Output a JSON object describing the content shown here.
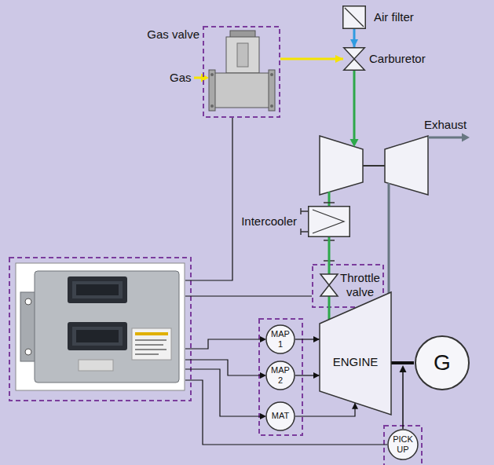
{
  "diagram": {
    "nodes": [
      {
        "text": [
          "Gas valve"
        ]
      },
      {
        "text": [
          "Air filter"
        ]
      },
      {
        "text": [
          "Carburetor"
        ]
      },
      {
        "text": [
          "Intercooler"
        ]
      },
      {
        "text": [
          "Throttle valve"
        ]
      },
      {
        "text": [
          "ENGINE"
        ]
      },
      {
        "text": [
          "G"
        ]
      },
      {
        "text": [
          "MAP 1"
        ]
      },
      {
        "text": [
          "MAP 2"
        ]
      },
      {
        "text": [
          "MAT"
        ]
      },
      {
        "text": [
          "PICK UP"
        ]
      }
    ],
    "edges": [
      {
        "from": 0,
        "to": 2,
        "arrow": "to"
      },
      {
        "from": 1,
        "to": 2,
        "arrow": "to"
      },
      {
        "from": 3,
        "to": 4,
        "arrow": "none"
      },
      {
        "from": 4,
        "to": 5,
        "arrow": "none"
      },
      {
        "from": 7,
        "to": 5,
        "arrow": "to"
      },
      {
        "from": 8,
        "to": 5,
        "arrow": "to"
      },
      {
        "from": 9,
        "to": 5,
        "arrow": "to"
      },
      {
        "from": 5,
        "to": 6,
        "arrow": "none"
      }
    ],
    "labels": [
      "Gas",
      "Exhaust"
    ]
  }
}
